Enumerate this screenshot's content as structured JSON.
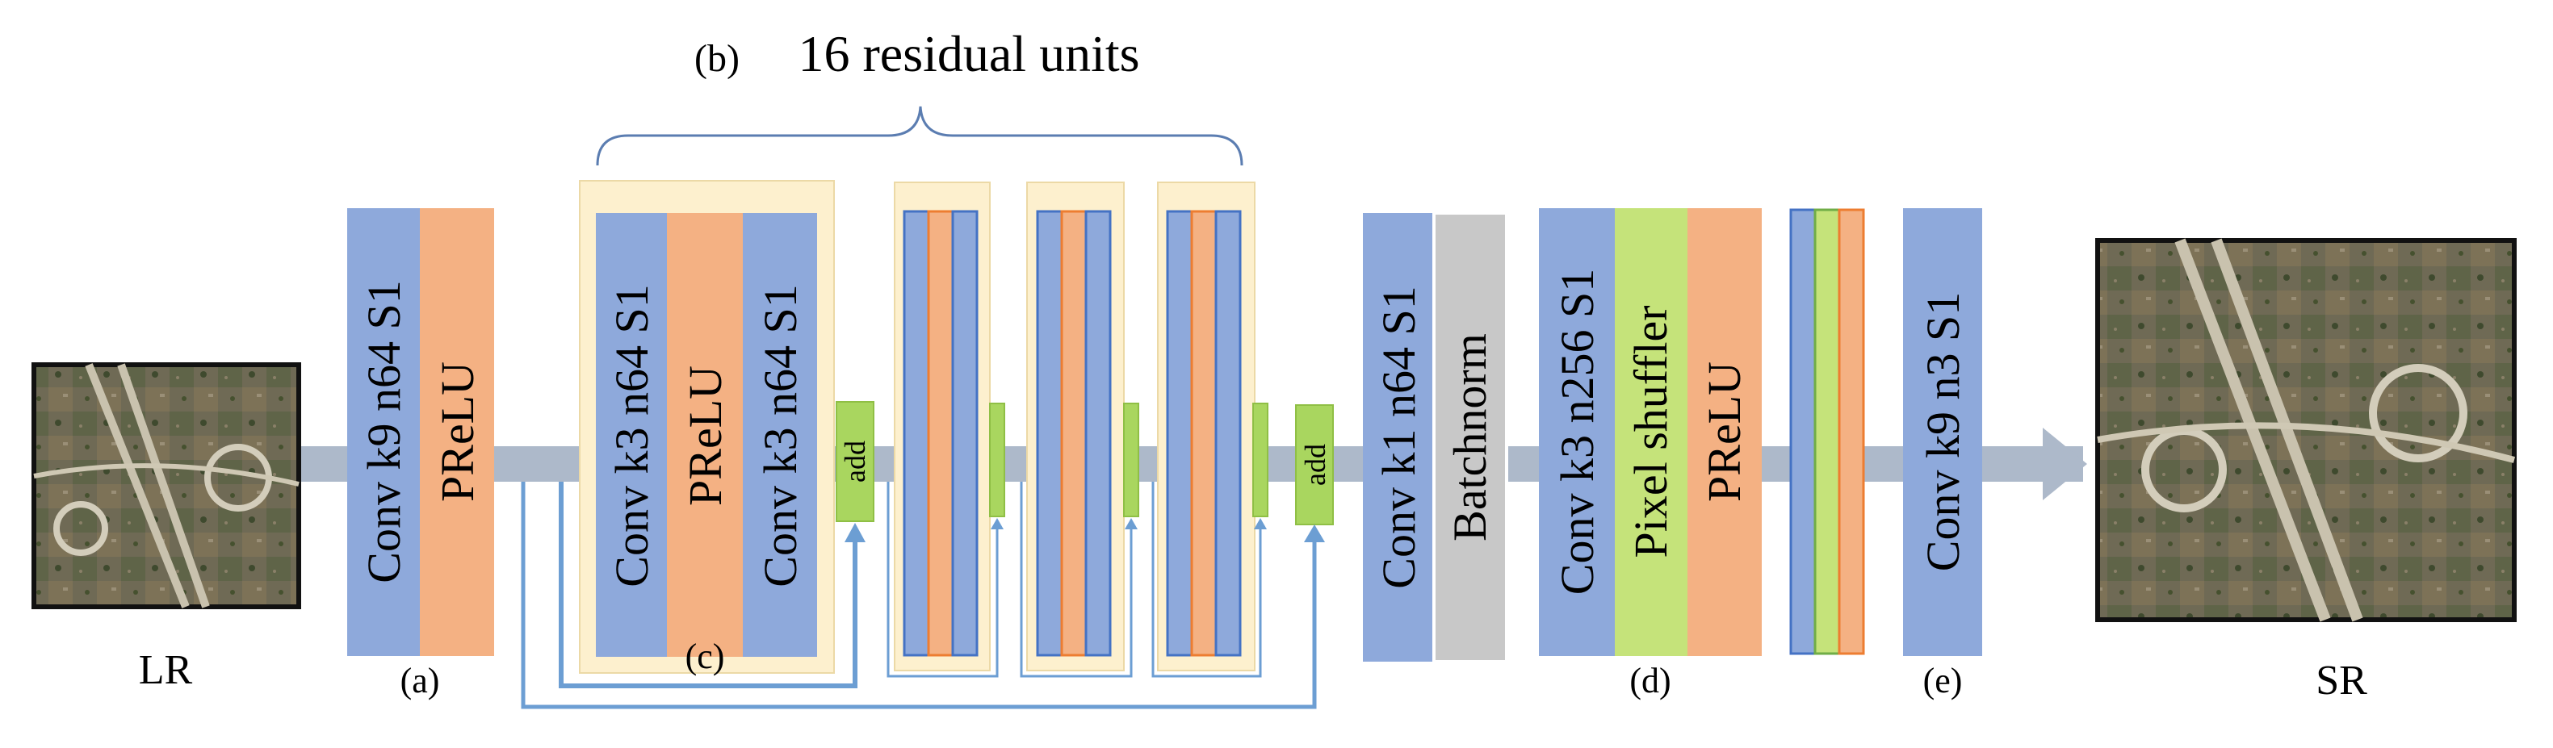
{
  "title": "16 residual units",
  "title_tag": "(b)",
  "input": {
    "label": "LR"
  },
  "output": {
    "label": "SR"
  },
  "blocks": {
    "a": {
      "tag": "(a)",
      "conv": "Conv k9 n64 S1",
      "act": "PReLU"
    },
    "c": {
      "tag": "(c)",
      "conv1": "Conv k3 n64 S1",
      "act": "PReLU",
      "conv2": "Conv k3 n64 S1"
    },
    "post": {
      "conv": "Conv k1 n64 S1",
      "norm": "Batchnorm"
    },
    "d": {
      "tag": "(d)",
      "conv": "Conv k3 n256 S1",
      "shuffle": "Pixel shuffler",
      "act": "PReLU"
    },
    "e": {
      "tag": "(e)",
      "conv": "Conv k9 n3 S1"
    }
  },
  "add_label": "add",
  "colors": {
    "conv": "#8EA9DB",
    "prelu": "#F4B183",
    "shuffle": "#C5E37A",
    "batchnorm": "#C8C8C8",
    "add": "#A9D65F",
    "unit_bg": "#FDF0CE",
    "flow": "#ADB9CA",
    "skip": "#6C9ED3",
    "brace": "#5B7DB1"
  },
  "icons": {
    "lr_image": "aerial-image-icon",
    "sr_image": "aerial-image-icon"
  }
}
